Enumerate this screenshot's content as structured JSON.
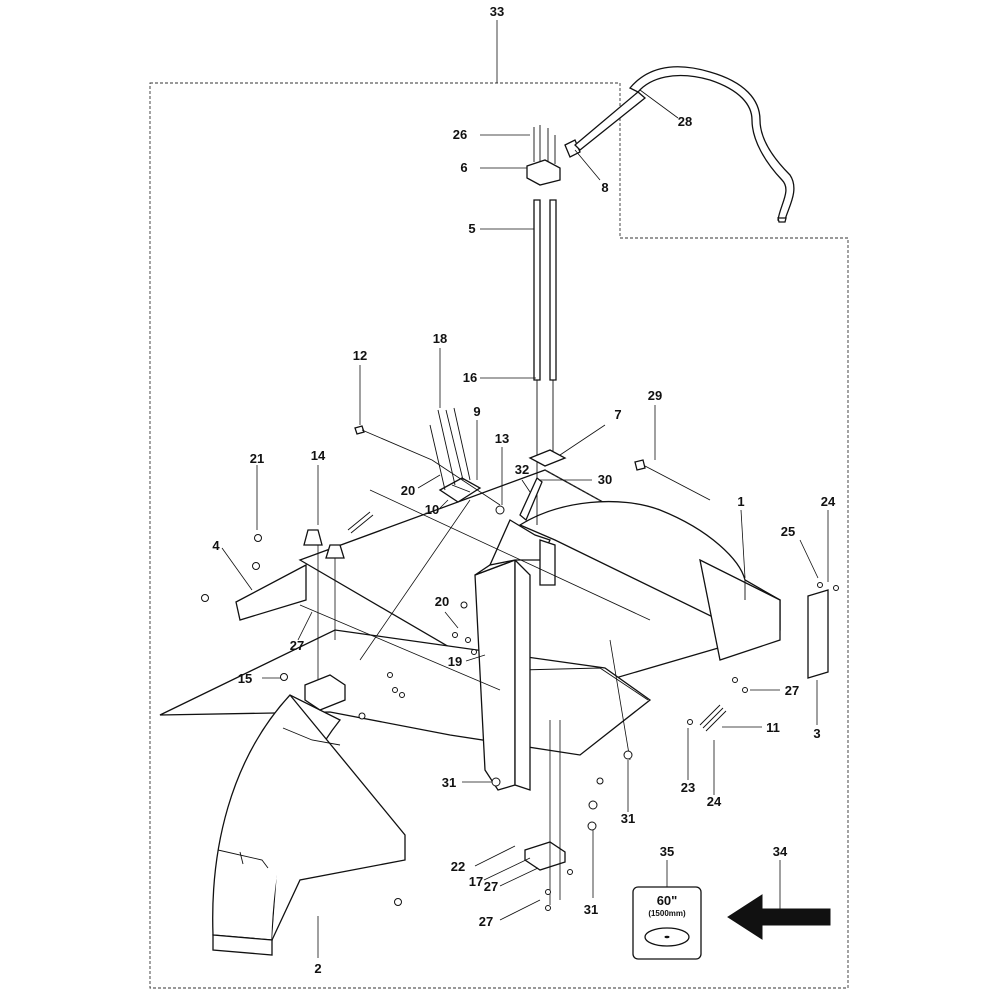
{
  "figure": {
    "part_labels": {
      "n1": "1",
      "n2": "2",
      "n3": "3",
      "n4": "4",
      "n5": "5",
      "n6": "6",
      "n7": "7",
      "n8": "8",
      "n9": "9",
      "n10": "10",
      "n11": "11",
      "n12": "12",
      "n13": "13",
      "n14": "14",
      "n15": "15",
      "n16": "16",
      "n17": "17",
      "n18": "18",
      "n19": "19",
      "n20": "20",
      "n21": "21",
      "n22": "22",
      "n23": "23",
      "n24": "24",
      "n25": "25",
      "n26": "26",
      "n27": "27",
      "n28": "28",
      "n29": "29",
      "n30": "30",
      "n31": "31",
      "n32": "32",
      "n33": "33",
      "n34": "34",
      "n35": "35"
    },
    "blade_label": {
      "size": "60\"",
      "metric": "(1500mm)"
    }
  }
}
